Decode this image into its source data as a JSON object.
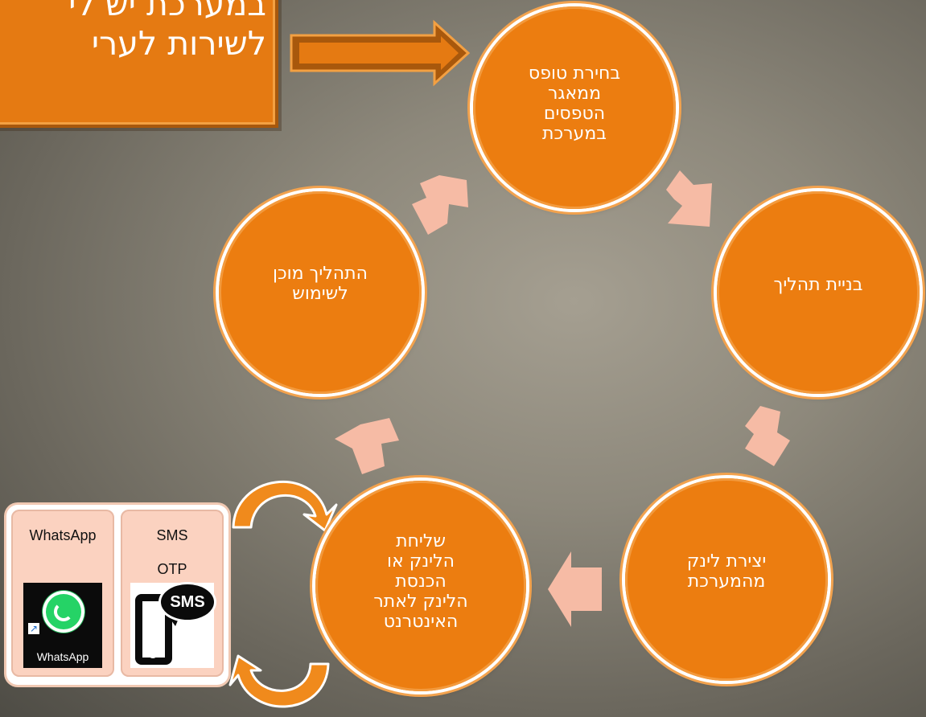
{
  "title_box": {
    "lines": [
      "במערכת יש לי",
      "לשירות לערי"
    ]
  },
  "nodes": [
    {
      "id": "select-form",
      "lines": [
        "בחירת טופס",
        "ממאגר",
        "הטפסים",
        "במערכת"
      ]
    },
    {
      "id": "build-process",
      "lines": [
        "בניית תהליך"
      ]
    },
    {
      "id": "create-link",
      "lines": [
        "יצירת לינק",
        "מהמערכת"
      ]
    },
    {
      "id": "send-link",
      "lines": [
        "שליחת",
        "הלינק או",
        "הכנסת",
        "הלינק לאתר",
        "האינטרנט"
      ]
    },
    {
      "id": "process-ready",
      "lines": [
        "התהליך מוכן",
        "לשימוש"
      ]
    }
  ],
  "channels": [
    {
      "label": "WhatsApp",
      "sub_label": "",
      "icon": "whatsapp-icon",
      "icon_caption": "WhatsApp",
      "icon_badge": "↗"
    },
    {
      "label": "SMS",
      "sub_label": "OTP",
      "icon": "sms-phone-icon",
      "icon_caption": "SMS"
    }
  ],
  "colors": {
    "node_fill": "#ec7d10",
    "cycle_arrow": "#f6bba5",
    "title_fill": "#e57a12",
    "curved_arrow": "#f08a1c"
  }
}
